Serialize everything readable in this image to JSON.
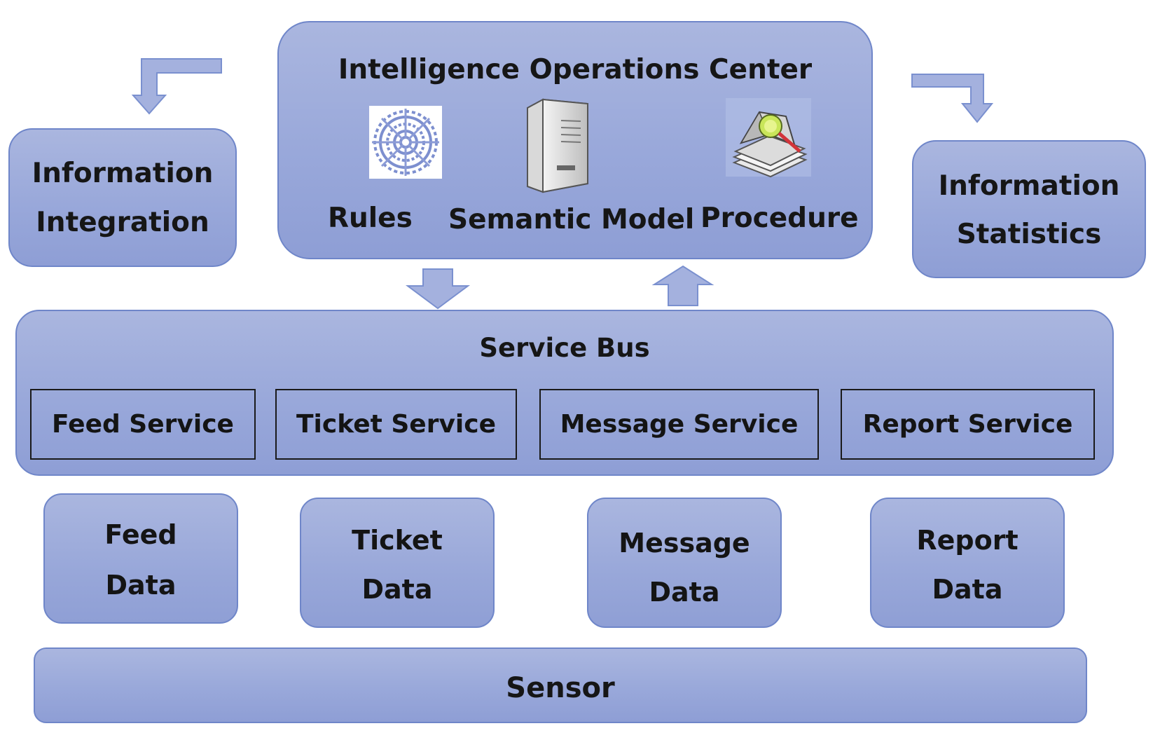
{
  "ioc": {
    "title": "Intelligence Operations Center",
    "items": [
      {
        "label": "Rules",
        "icon": "gear-icon"
      },
      {
        "label": "Semantic Model",
        "icon": "server-icon"
      },
      {
        "label": "Procedure",
        "icon": "procedure-book-icon"
      }
    ]
  },
  "side_left": {
    "line1": "Information",
    "line2": "Integration"
  },
  "side_right": {
    "line1": "Information",
    "line2": "Statistics"
  },
  "service_bus": {
    "title": "Service Bus",
    "services": [
      "Feed Service",
      "Ticket Service",
      "Message Service",
      "Report Service"
    ]
  },
  "data_sources": [
    {
      "line1": "Feed",
      "line2": "Data"
    },
    {
      "line1": "Ticket",
      "line2": "Data"
    },
    {
      "line1": "Message",
      "line2": "Data"
    },
    {
      "line1": "Report",
      "line2": "Data"
    }
  ],
  "sensor": {
    "label": "Sensor"
  },
  "colors": {
    "box_fill": "#9dabdb",
    "box_border": "#6f86c9",
    "arrow_fill": "#a4b1de",
    "arrow_stroke": "#7a90cf",
    "text": "#161616"
  }
}
